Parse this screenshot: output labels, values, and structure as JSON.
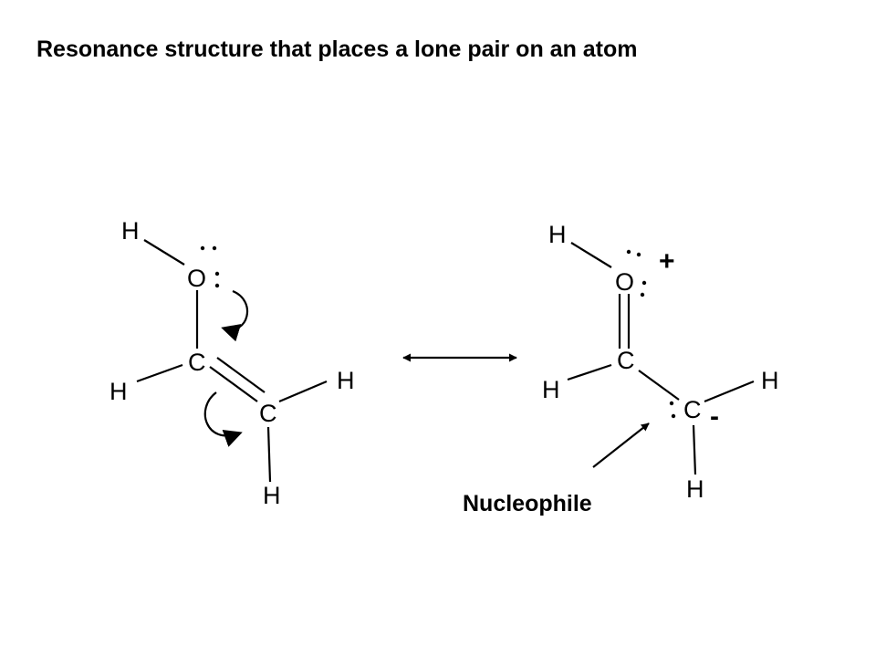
{
  "title": "Resonance structure that places a lone pair on an atom",
  "left_structure": {
    "atoms": {
      "h_top": "H",
      "o": "O",
      "c1": "C",
      "h_left": "H",
      "c2": "C",
      "h_right": "H",
      "h_bottom": "H"
    }
  },
  "right_structure": {
    "atoms": {
      "h_top": "H",
      "o": "O",
      "c1": "C",
      "h_left": "H",
      "c2": "C",
      "h_right": "H",
      "h_bottom": "H"
    },
    "positive_charge": "+",
    "negative_charge": "-"
  },
  "annotation": {
    "label": "Nucleophile"
  },
  "colors": {
    "ink": "#000000",
    "background": "#ffffff"
  }
}
